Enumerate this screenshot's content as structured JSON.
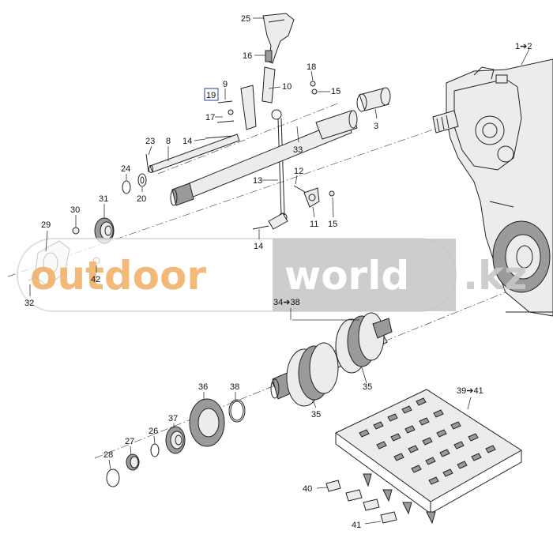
{
  "callouts": {
    "p25": "25",
    "p16": "16",
    "p18": "18",
    "p1to2": "1➔2",
    "p9": "9",
    "p19": "19",
    "p10": "10",
    "p15a": "15",
    "p17": "17",
    "p8": "8",
    "p23": "23",
    "p14a": "14",
    "p3": "3",
    "p33": "33",
    "p24": "24",
    "p20": "20",
    "p12": "12",
    "p13": "13",
    "p31": "31",
    "p30": "30",
    "p29": "29",
    "p11": "11",
    "p15b": "15",
    "p14b": "14",
    "p42": "42",
    "p32": "32",
    "p34to38": "34➔38",
    "p35a": "35",
    "p35b": "35",
    "p36": "36",
    "p38": "38",
    "p39to41": "39➔41",
    "p26": "26",
    "p37": "37",
    "p27": "27",
    "p28": "28",
    "p40": "40",
    "p41": "41"
  },
  "watermark": {
    "part1": "outdoor",
    "part2": "world",
    "part3": ".kz"
  },
  "colors": {
    "watermark_orange": "#f0ad62",
    "watermark_gray_band": "#c4c4c4",
    "watermark_kz": "#c8c8c8",
    "highlight_box": "#1f3f9f"
  }
}
